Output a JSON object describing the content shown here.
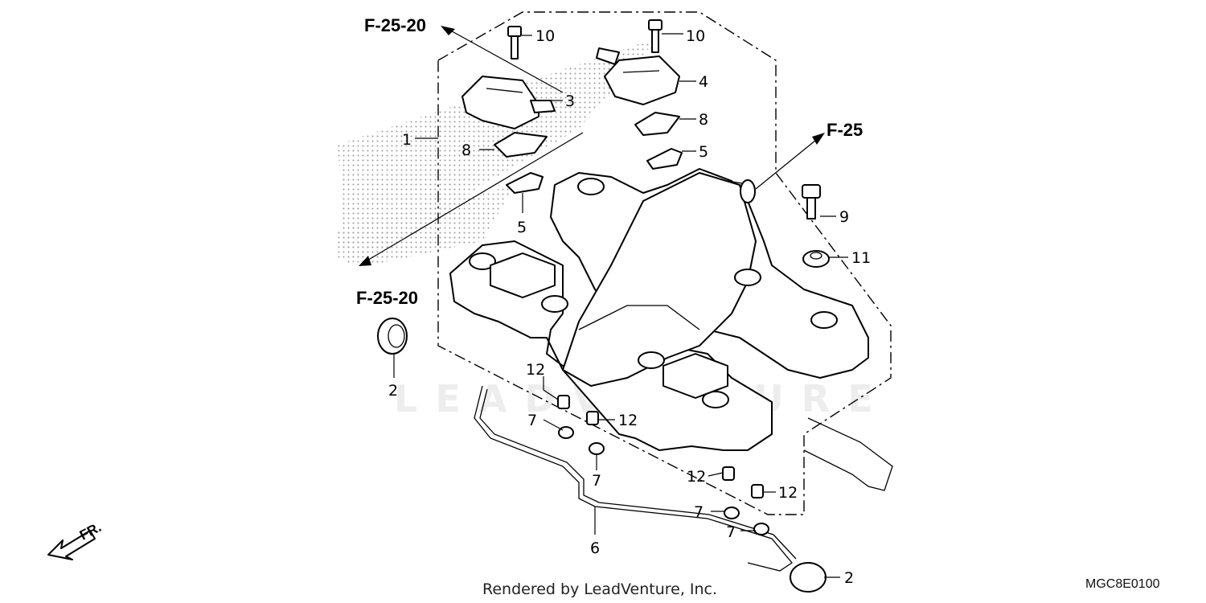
{
  "diagram": {
    "callouts": {
      "c1": "1",
      "c2a": "2",
      "c2b": "2",
      "c3": "3",
      "c4": "4",
      "c5a": "5",
      "c5b": "5",
      "c6": "6",
      "c7a": "7",
      "c7b": "7",
      "c7c": "7",
      "c7d": "7",
      "c8a": "8",
      "c8b": "8",
      "c9": "9",
      "c10a": "10",
      "c10b": "10",
      "c11": "11",
      "c12a": "12",
      "c12b": "12",
      "c12c": "12",
      "c12d": "12"
    },
    "refs": {
      "r1": "F-25-20",
      "r2": "F-25-20",
      "r3": "F-25"
    },
    "watermark": "LEADVENTURE",
    "front_label": "FR.",
    "footer": "Rendered by LeadVenture, Inc.",
    "diagram_code": "MGC8E0100"
  }
}
